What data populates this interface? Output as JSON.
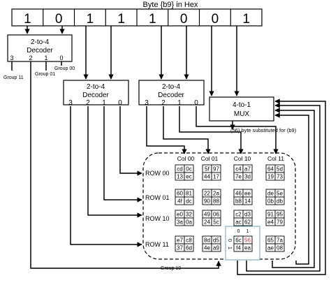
{
  "title": "Byte {b9} in Hex",
  "bits": [
    "1",
    "0",
    "1",
    "1",
    "1",
    "0",
    "0",
    "1"
  ],
  "decoder_label_line1": "2-to-4",
  "decoder_label_line2": "Decoder",
  "decoder_outputs": [
    "3",
    "2",
    "1",
    "0"
  ],
  "group_labels": {
    "group00": "Group 00",
    "group01": "Group 01",
    "group11": "Group 11",
    "group10": "Group 10"
  },
  "mux_label_line1": "4-to-1",
  "mux_label_line2": "MUX",
  "mux_note": "(56) byte substituted for (b9)",
  "columns": [
    "Col 00",
    "Col 01",
    "Col 10",
    "Col 11"
  ],
  "rows": [
    {
      "label": "ROW 00",
      "cells": [
        [
          "cd",
          "0c",
          "13",
          "ec"
        ],
        [
          "5f",
          "97",
          "44",
          "17"
        ],
        [
          "c4",
          "a7",
          "7e",
          "3d"
        ],
        [
          "64",
          "5d",
          "19",
          "73"
        ]
      ]
    },
    {
      "label": "ROW 01",
      "cells": [
        [
          "60",
          "81",
          "4f",
          "dc"
        ],
        [
          "22",
          "2a",
          "90",
          "88"
        ],
        [
          "46",
          "ee",
          "b8",
          "14"
        ],
        [
          "de",
          "5e",
          "0b",
          "db"
        ]
      ]
    },
    {
      "label": "ROW 10",
      "cells": [
        [
          "e0",
          "32",
          "3a",
          "0a"
        ],
        [
          "49",
          "06",
          "24",
          "5c"
        ],
        [
          "c2",
          "d3",
          "ac",
          "62"
        ],
        [
          "91",
          "95",
          "e4",
          "79"
        ]
      ]
    },
    {
      "label": "ROW 11",
      "cells": [
        [
          "e7",
          "c8",
          "37",
          "6d"
        ],
        [
          "8d",
          "d5",
          "4e",
          "a9"
        ],
        [
          "6c",
          "56",
          "f4",
          "ea"
        ],
        [
          "65",
          "7a",
          "ae",
          "08"
        ]
      ]
    }
  ],
  "highlight": {
    "value": "56",
    "color": "#e0262a"
  },
  "sub_col_labels": [
    "0",
    "1"
  ],
  "sub_row_labels": [
    "0",
    "1"
  ]
}
